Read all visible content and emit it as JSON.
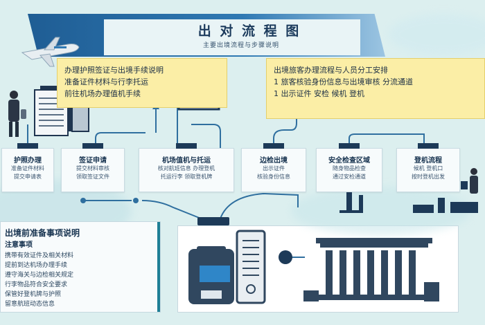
{
  "header": {
    "title": "出 对 流 程 图",
    "subtitle": "主要出境流程与步骤说明"
  },
  "callouts": {
    "left": [
      "办理护照签证与出境手续说明",
      "准备证件材料与行李托运",
      "前往机场办理值机手续"
    ],
    "right": [
      "出境旅客办理流程与人员分工安排",
      "1 旅客核验身份信息与出境审核 分流通道",
      "1 出示证件 安检 候机 登机"
    ]
  },
  "cards": [
    {
      "heading": "护照办理",
      "lines": [
        "准备证件材料",
        "提交申请表"
      ]
    },
    {
      "heading": "签证申请",
      "lines": [
        "提交材料审核",
        "领取签证文件"
      ]
    },
    {
      "heading": "机场值机与托运",
      "lines": [
        "核对航班信息 办理登机",
        "托运行李 领取登机牌"
      ]
    },
    {
      "heading": "边检出境",
      "lines": [
        "出示证件",
        "核验身份信息"
      ]
    },
    {
      "heading": "安全检查区域",
      "lines": [
        "随身物品检查",
        "通过安检通道"
      ]
    },
    {
      "heading": "登机流程",
      "lines": [
        "候机 登机口",
        "按时登机出发"
      ]
    }
  ],
  "bottom_left": {
    "headings": [
      "出境前准备事项说明",
      "注意事项"
    ],
    "lines": [
      "携带有效证件及相关材料",
      "提前到达机场办理手续",
      "遵守海关与边检相关规定",
      "行李物品符合安全要求",
      "保管好登机牌与护照",
      "留意航班动态信息"
    ]
  },
  "colors": {
    "navy": "#1d3a58",
    "banner_blue": "#2f79b3",
    "callout_yellow": "#fbeea6",
    "background": "#dcefef",
    "teal": "#1f7f96"
  }
}
